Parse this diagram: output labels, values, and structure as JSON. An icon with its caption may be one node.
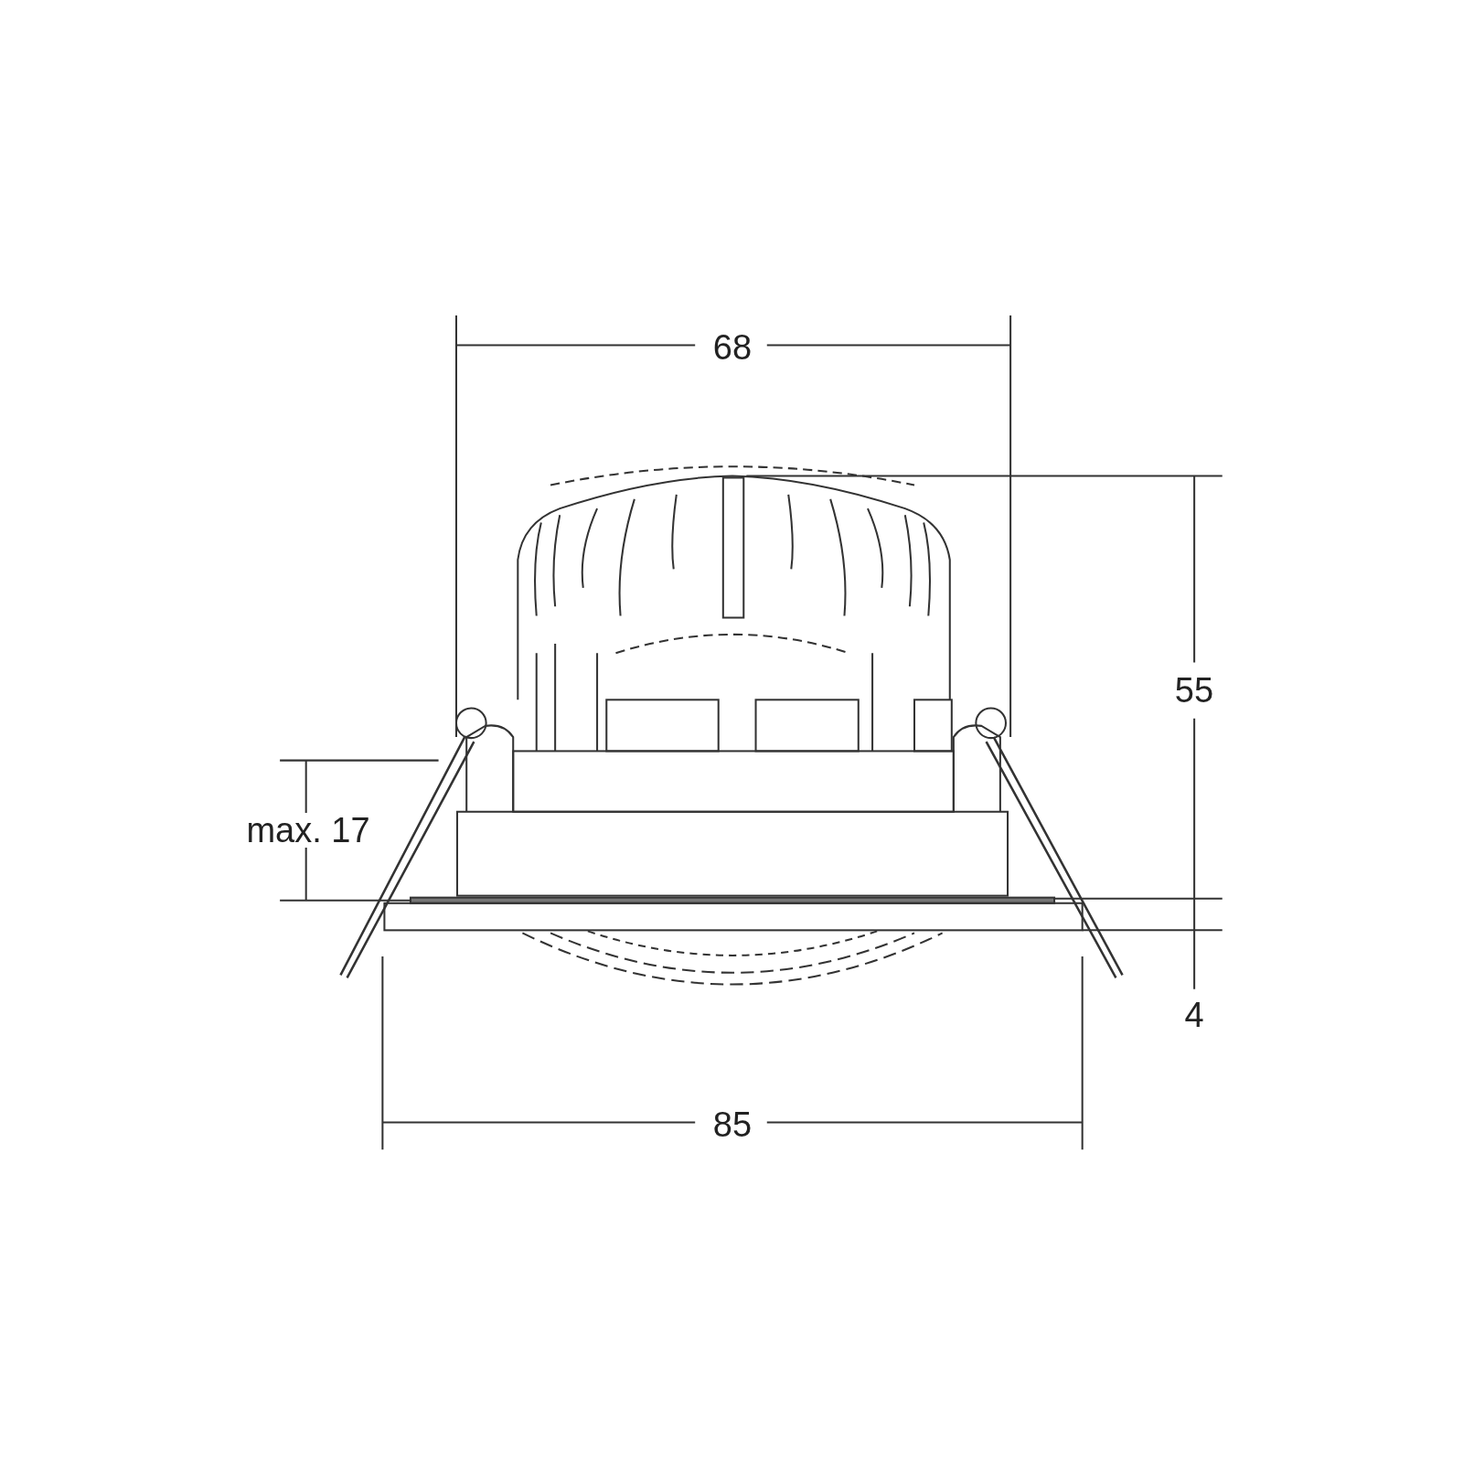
{
  "diagram": {
    "labels": [
      "68",
      "55",
      "max. 17",
      "4",
      "85"
    ]
  }
}
